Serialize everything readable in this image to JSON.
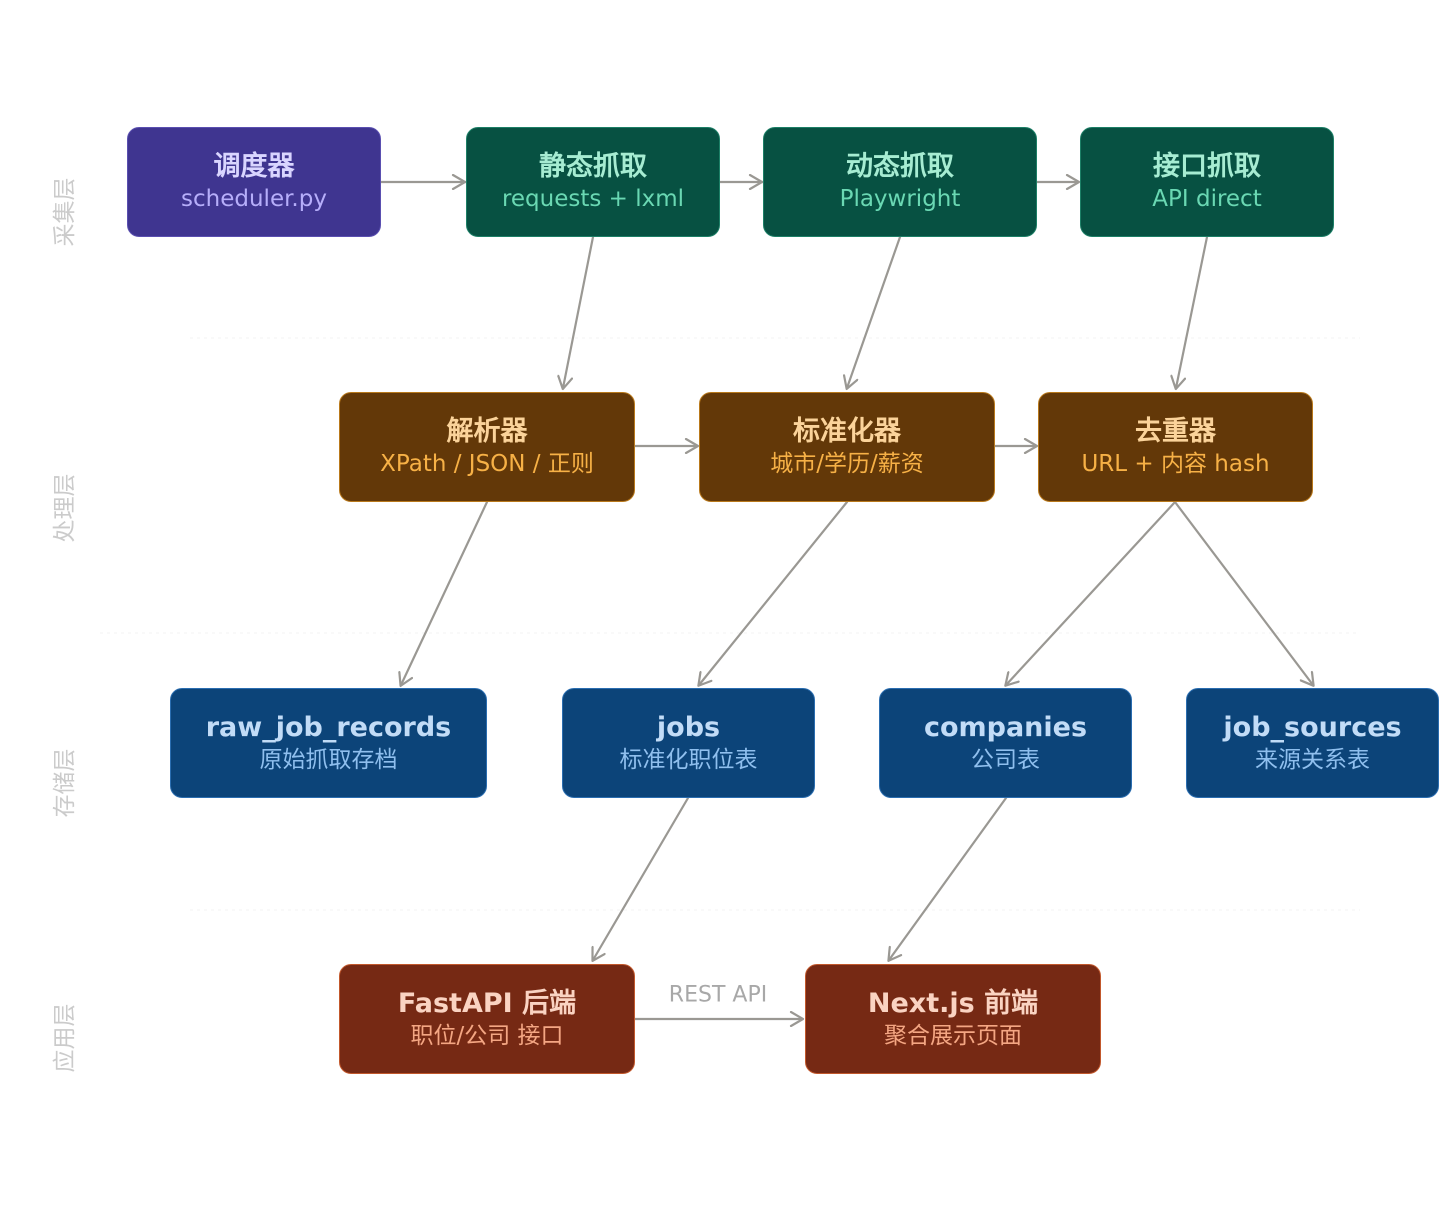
{
  "layers": {
    "collect": "采集层",
    "process": "处理层",
    "storage": "存储层",
    "app": "应用层"
  },
  "nodes": {
    "scheduler": {
      "title": "调度器",
      "subtitle": "scheduler.py"
    },
    "static_fetch": {
      "title": "静态抓取",
      "subtitle": "requests + lxml"
    },
    "dynamic_fetch": {
      "title": "动态抓取",
      "subtitle": "Playwright"
    },
    "api_fetch": {
      "title": "接口抓取",
      "subtitle": "API direct"
    },
    "parser": {
      "title": "解析器",
      "subtitle": "XPath / JSON / 正则"
    },
    "normalizer": {
      "title": "标准化器",
      "subtitle": "城市/学历/薪资"
    },
    "dedup": {
      "title": "去重器",
      "subtitle": "URL + 内容 hash"
    },
    "raw_job_records": {
      "title": "raw_job_records",
      "subtitle": "原始抓取存档"
    },
    "jobs": {
      "title": "jobs",
      "subtitle": "标准化职位表"
    },
    "companies": {
      "title": "companies",
      "subtitle": "公司表"
    },
    "job_sources": {
      "title": "job_sources",
      "subtitle": "来源关系表"
    },
    "fastapi": {
      "title": "FastAPI 后端",
      "subtitle": "职位/公司 接口"
    },
    "nextjs": {
      "title": "Next.js 前端",
      "subtitle": "聚合展示页面"
    }
  },
  "edge_labels": {
    "rest_api": "REST API"
  },
  "colors": {
    "arrow": "#9a9893",
    "collect_purple": "#3f3590",
    "collect_green": "#075142",
    "process": "#633808",
    "storage": "#0c4479",
    "app": "#762914",
    "layer_label": "#cbcbcb"
  }
}
